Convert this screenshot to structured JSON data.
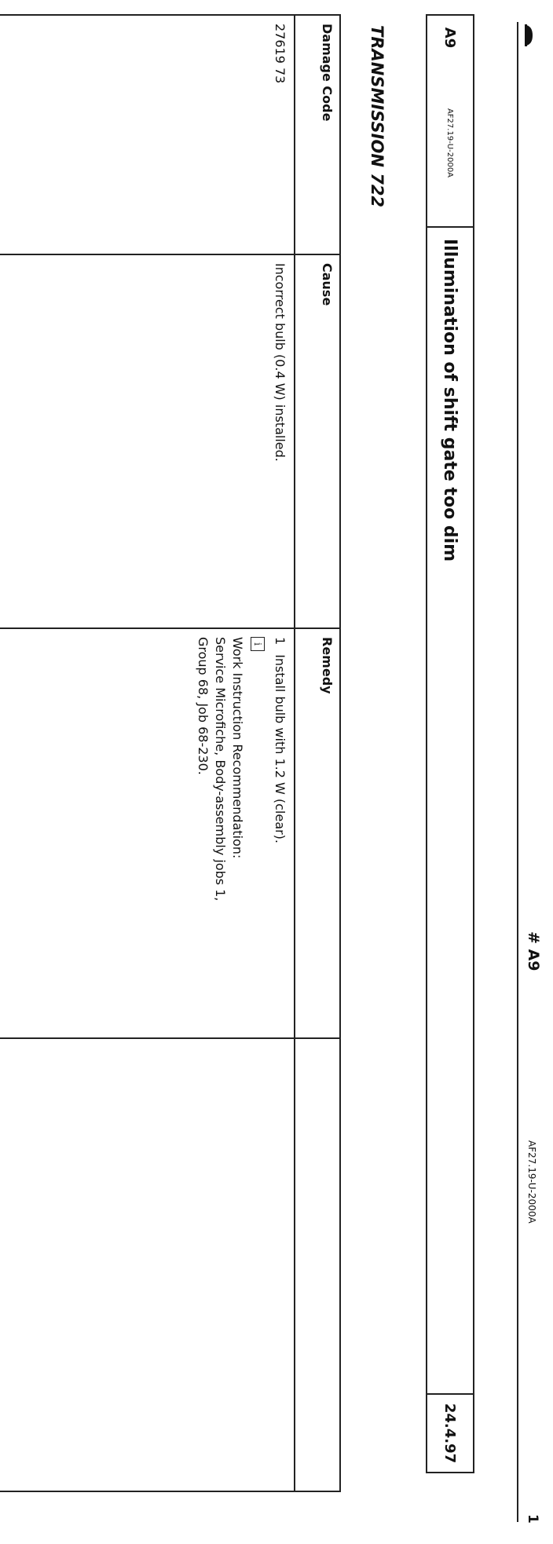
{
  "header": {
    "page_number": "1",
    "document_code": "AF27.19-U-2000A",
    "reference": "# A9"
  },
  "title_bar": {
    "id": "A9",
    "code": "AF27.19-U-2000A",
    "title": "Illumination of shift gate too dim",
    "date": "24.4.97"
  },
  "section": {
    "title": "TRANSMISSION 722"
  },
  "table": {
    "headers": {
      "damage_code": "Damage Code",
      "cause": "Cause",
      "remedy": "Remedy"
    },
    "row": {
      "damage_code": "27619 73",
      "cause": "Incorrect bulb (0.4 W) installed.",
      "remedy_step_number": "1",
      "remedy_step_text": "Install bulb with 1.2 W (clear).",
      "note_icon": "info-icon",
      "note_line_1": "Work Instruction Recommendation:",
      "note_line_2": "Service Microfiche, Body-assembly jobs 1,",
      "note_line_3": "Group 68, Job 68-230."
    }
  }
}
